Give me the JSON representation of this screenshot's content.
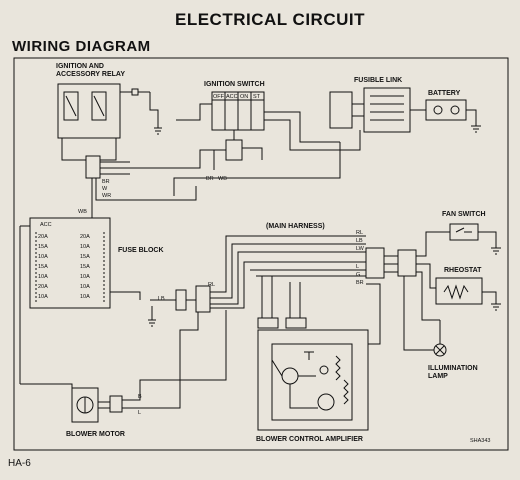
{
  "page": {
    "title": "ELECTRICAL CIRCUIT",
    "section": "WIRING DIAGRAM",
    "page_number": "HA-6",
    "figure_id": "SHA343"
  },
  "components": {
    "relay": "IGNITION AND\nACCESSORY RELAY",
    "ignition_switch": "IGNITION SWITCH",
    "fusible_link": "FUSIBLE LINK",
    "battery": "BATTERY",
    "fuse_block": "FUSE BLOCK",
    "main_harness": "(MAIN HARNESS)",
    "fan_switch": "FAN SWITCH",
    "rheostat": "RHEOSTAT",
    "illumination_lamp": "ILLUMINATION\nLAMP",
    "blower_motor": "BLOWER MOTOR",
    "blower_amp": "BLOWER CONTROL AMPLIFIER"
  },
  "ignition_switch_positions": [
    "OFF",
    "ACC",
    "ON",
    "ST"
  ],
  "wire_colors": {
    "relay_out_1": "BR",
    "relay_out_2": "W",
    "relay_out_3": "WR",
    "fuse_in": "WB",
    "ign_br": "BR",
    "ign_wb": "WB",
    "harness_rl": "RL",
    "harness_lb": "LB",
    "harness_lw": "LW",
    "harness_l": "L",
    "harness_g": "G",
    "harness_br": "BR",
    "left_lb": "LB",
    "left_rl": "RL",
    "blower_b": "B",
    "blower_l": "L"
  },
  "fuse_block": {
    "header": "ACC",
    "left": [
      "20A",
      "15A",
      "10A",
      "15A",
      "10A",
      "20A",
      "10A"
    ],
    "right": [
      "20A",
      "10A",
      "15A",
      "15A",
      "10A",
      "10A",
      "10A"
    ]
  }
}
